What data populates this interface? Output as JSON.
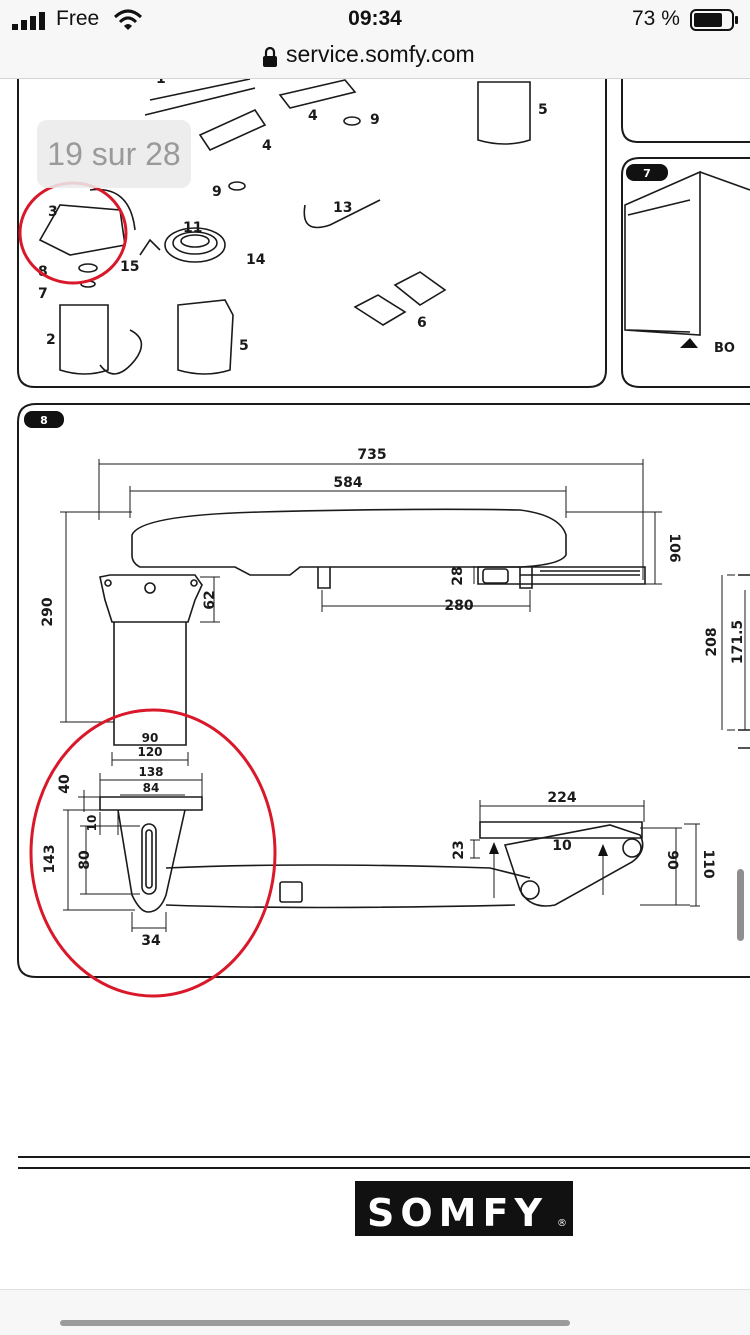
{
  "status_bar": {
    "carrier": "Free",
    "time": "09:34",
    "battery_percent": "73 %"
  },
  "browser": {
    "url": "service.somfy.com"
  },
  "viewer": {
    "page_indicator": "19 sur 28"
  },
  "panel_top": {
    "part_numbers": [
      "1",
      "4",
      "9",
      "5",
      "4",
      "9",
      "3",
      "11",
      "13",
      "14",
      "15",
      "8",
      "7",
      "6",
      "2",
      "5"
    ]
  },
  "panel_7": {
    "badge": "7",
    "label": "BO"
  },
  "panel_8": {
    "badge": "8",
    "dimensions": [
      "735",
      "584",
      "106",
      "28",
      "280",
      "290",
      "62",
      "208",
      "171.5",
      "90",
      "120",
      "138",
      "84",
      "40",
      "10",
      "143",
      "80",
      "34",
      "224",
      "23",
      "10",
      "90",
      "110"
    ]
  },
  "footer": {
    "brand": "SOMFY",
    "registered": "®"
  },
  "colors": {
    "annotation_circle": "#d9182a",
    "line": "#1a1a1a"
  }
}
